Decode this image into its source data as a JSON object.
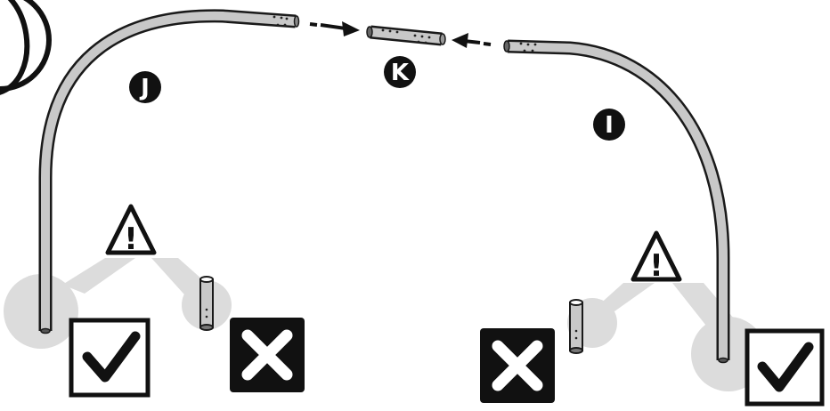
{
  "parts": {
    "left_arch": {
      "label": "J"
    },
    "connector": {
      "label": "K"
    },
    "right_arch": {
      "label": "I"
    }
  },
  "symbols": {
    "warning": "!",
    "correct_icon": "check-mark-icon",
    "wrong_icon": "x-mark-icon"
  },
  "colors": {
    "tube_fill": "#c8c8c8",
    "tube_outline": "#1a1a1a",
    "callout_gray": "#dcdcdc",
    "label_bg": "#111111"
  }
}
